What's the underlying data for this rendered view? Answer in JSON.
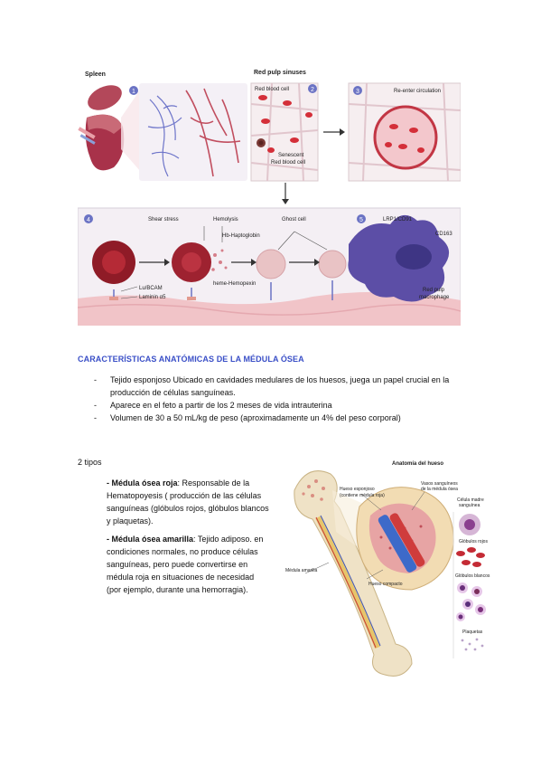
{
  "figure_top": {
    "labels": {
      "spleen": "Spleen",
      "red_pulp_sinuses": "Red pulp sinuses",
      "red_blood_cell": "Red blood cell",
      "senescent": "Senescent",
      "senescent_rbc": "Red blood cell",
      "reenter": "Re-enter circulation",
      "shear_stress": "Shear stress",
      "hemolysis": "Hemolysis",
      "ghost_cell": "Ghost cell",
      "lrp1": "LRP1/CD91",
      "cd163": "CD163",
      "hb_hapto": "Hb-Haptoglobin",
      "heme_hemo": "heme-Hemopexin",
      "lu_bcam": "Lu/BCAM",
      "laminin": "Laminin α5",
      "red_pulp": "Red pulp",
      "macrophage": "macrophage"
    },
    "steps": [
      "1",
      "2",
      "3",
      "4",
      "5"
    ]
  },
  "section": {
    "heading": "CARACTERÍSTICAS ANATÓMICAS DE LA MÉDULA ÓSEA",
    "bullets": [
      "Tejido esponjoso Ubicado en cavidades medulares de los huesos, juega un papel crucial en la producción de células sanguíneas.",
      "Aparece en el feto a partir de los 2 meses de vida intrauterina",
      "Volumen de 30 a 50 mL/kg de peso (aproximadamente un 4% del peso corporal)"
    ],
    "bullet_marker": "-",
    "tipos": "2 tipos",
    "red": {
      "title": "- Médula ósea roja",
      "text": ": Responsable de la Hematopoyesis ( producción de las células sanguíneas (glóbulos rojos, glóbulos blancos y plaquetas)."
    },
    "yellow": {
      "title": "- Médula ósea amarilla",
      "text": ": Tejido adiposo. en condiciones normales, no produce células sanguíneas, pero puede convertirse en médula roja en situaciones de necesidad (por ejemplo, durante una hemorragia)."
    }
  },
  "figure_bone": {
    "title": "Anatomía del hueso",
    "hueso_esponjoso": "Hueso esponjoso",
    "contiene": "(contiene médula roja)",
    "vasos": "Vasos sanguíneos",
    "de_la_medula": "de la médula ósea",
    "celula_madre": "Célula madre",
    "sanguinea": "sanguínea",
    "globulos_rojos": "Glóbulos rojos",
    "medula_amarilla": "Médula amarilla",
    "hueso_compacto": "Hueso compacto",
    "globulos_blancos": "Glóbulos blancos",
    "plaquetas": "Plaquetas"
  }
}
